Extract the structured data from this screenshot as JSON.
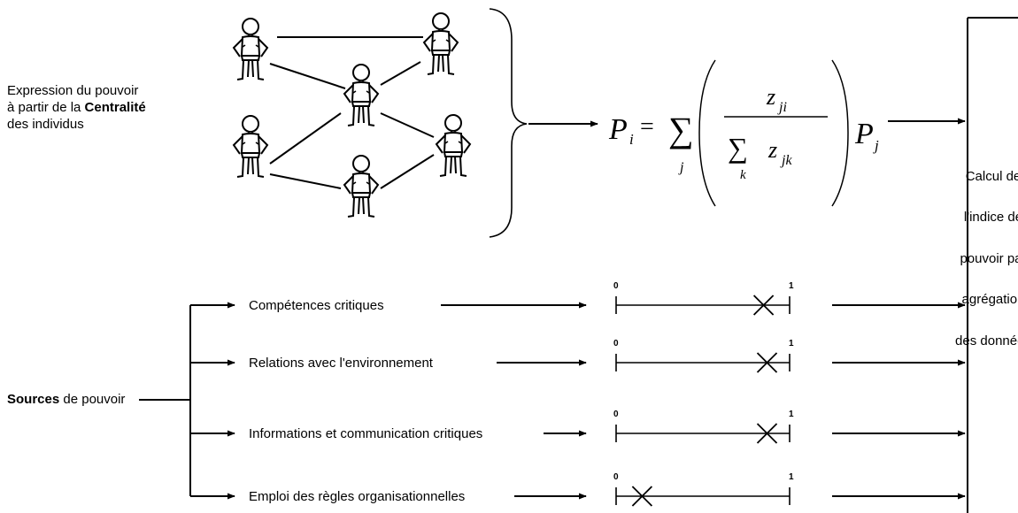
{
  "centrality": {
    "line1": "Expression du pouvoir",
    "line2_pre": "à partir de la ",
    "line2_bold": "Centralité",
    "line3": "des individus"
  },
  "formula": {
    "lhs": "P",
    "lhs_sub": "i",
    "equals": "=",
    "sum_sub_outer": "j",
    "num_var": "z",
    "num_sub": "ji",
    "den_var": "z",
    "den_sub": "jk",
    "sum_sub_inner": "k",
    "rhs": "P",
    "rhs_sub": "j"
  },
  "sources": {
    "bold": "Sources",
    "rest": " de pouvoir"
  },
  "scale": {
    "min_label": "0",
    "max_label": "1"
  },
  "items": [
    {
      "label": "Compétences critiques",
      "value": 0.85
    },
    {
      "label": "Relations avec l'environnement",
      "value": 0.87
    },
    {
      "label": "Informations et communication critiques",
      "value": 0.87
    },
    {
      "label": "Emploi des règles organisationnelles",
      "value": 0.15
    }
  ],
  "calc": {
    "lines": [
      "Calcul de",
      "l'indice de",
      "pouvoir par",
      "agrégation",
      "des données"
    ]
  }
}
